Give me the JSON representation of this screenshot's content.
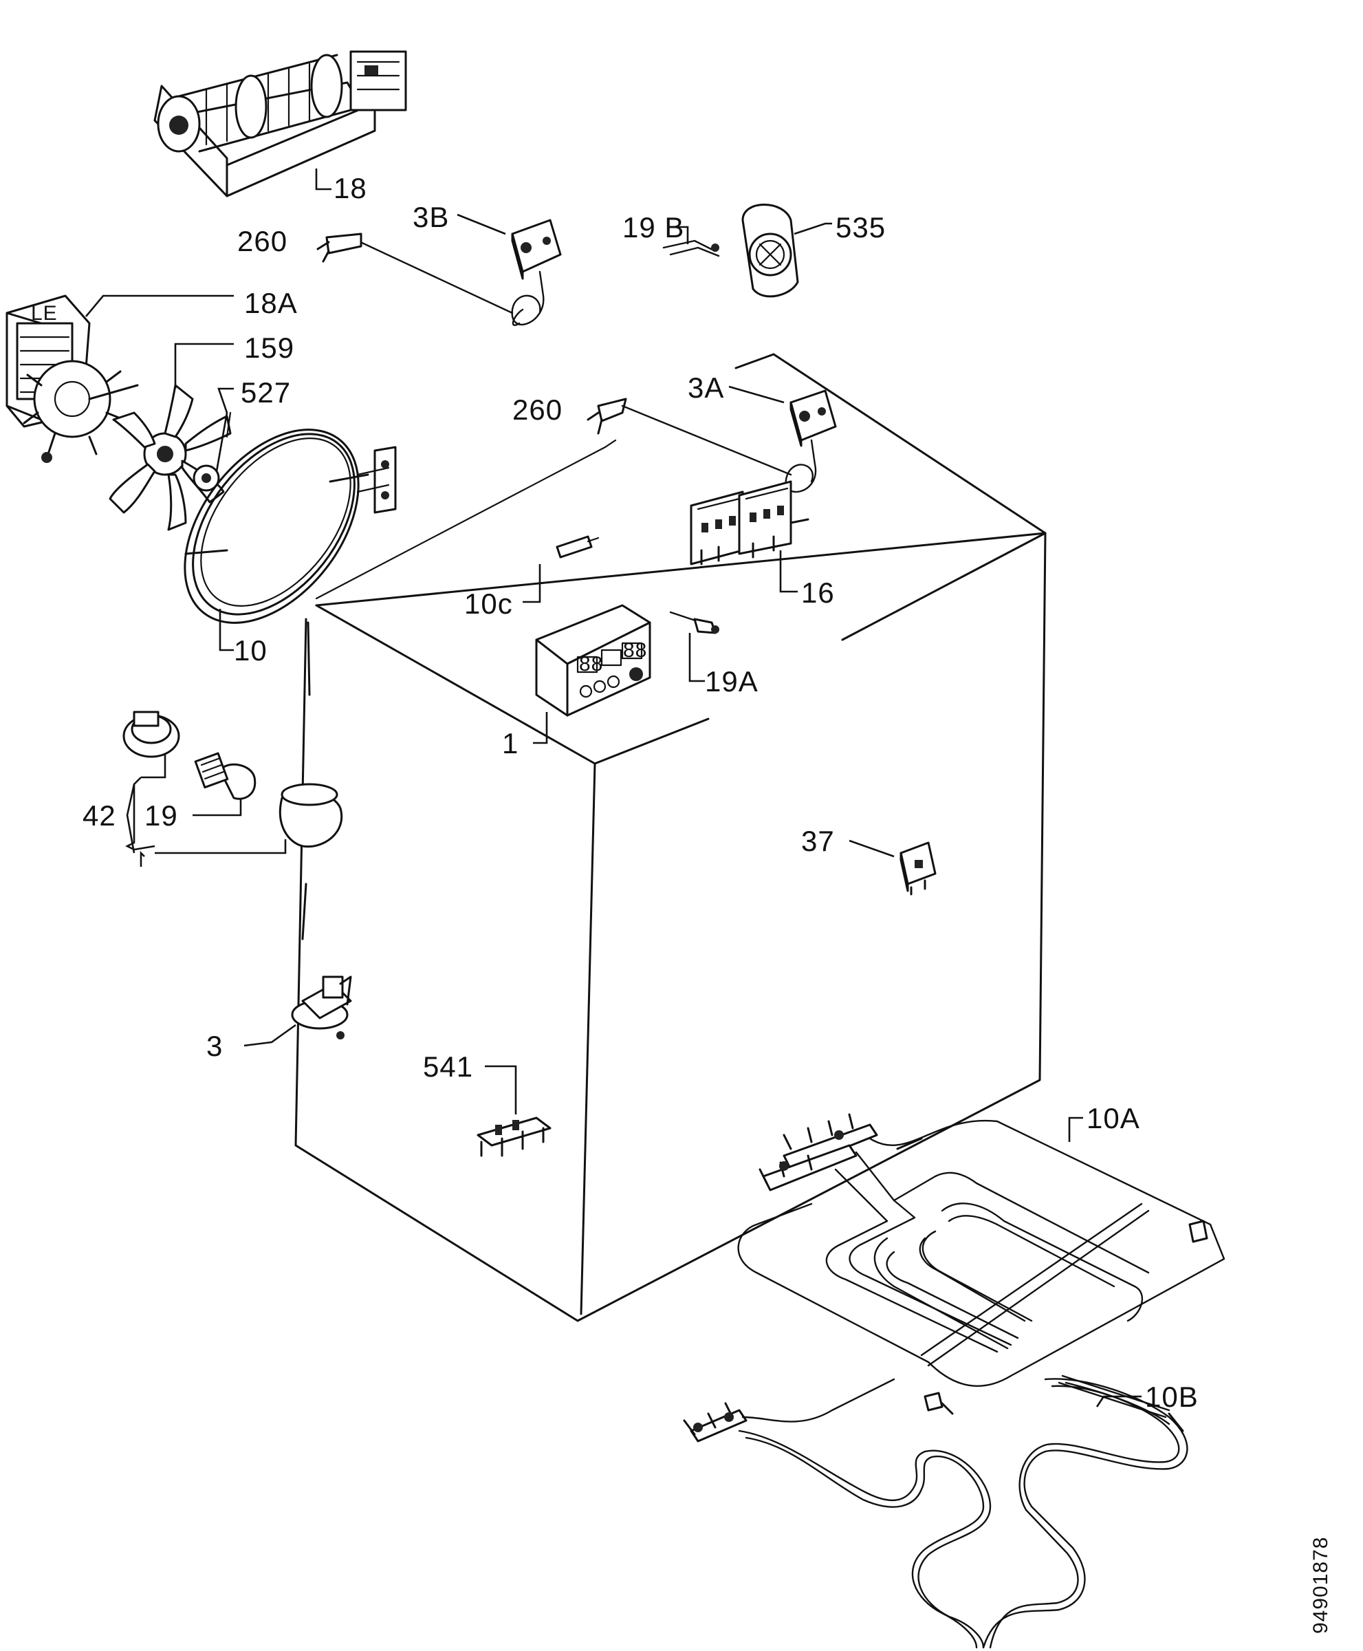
{
  "labels": {
    "l18": "18",
    "l3B": "3B",
    "l260a": "260",
    "l19B": "19 B",
    "l535": "535",
    "l18A": "18A",
    "l159": "159",
    "l527": "527",
    "l3A": "3A",
    "l260b": "260",
    "l16": "16",
    "l10c": "10c",
    "l19A": "19A",
    "l10": "10",
    "l1": "1",
    "l42": "42",
    "l19": "19",
    "l37": "37",
    "l3": "3",
    "l541": "541",
    "l10A": "10A",
    "l10B": "10B"
  },
  "doc_number": "94901878"
}
